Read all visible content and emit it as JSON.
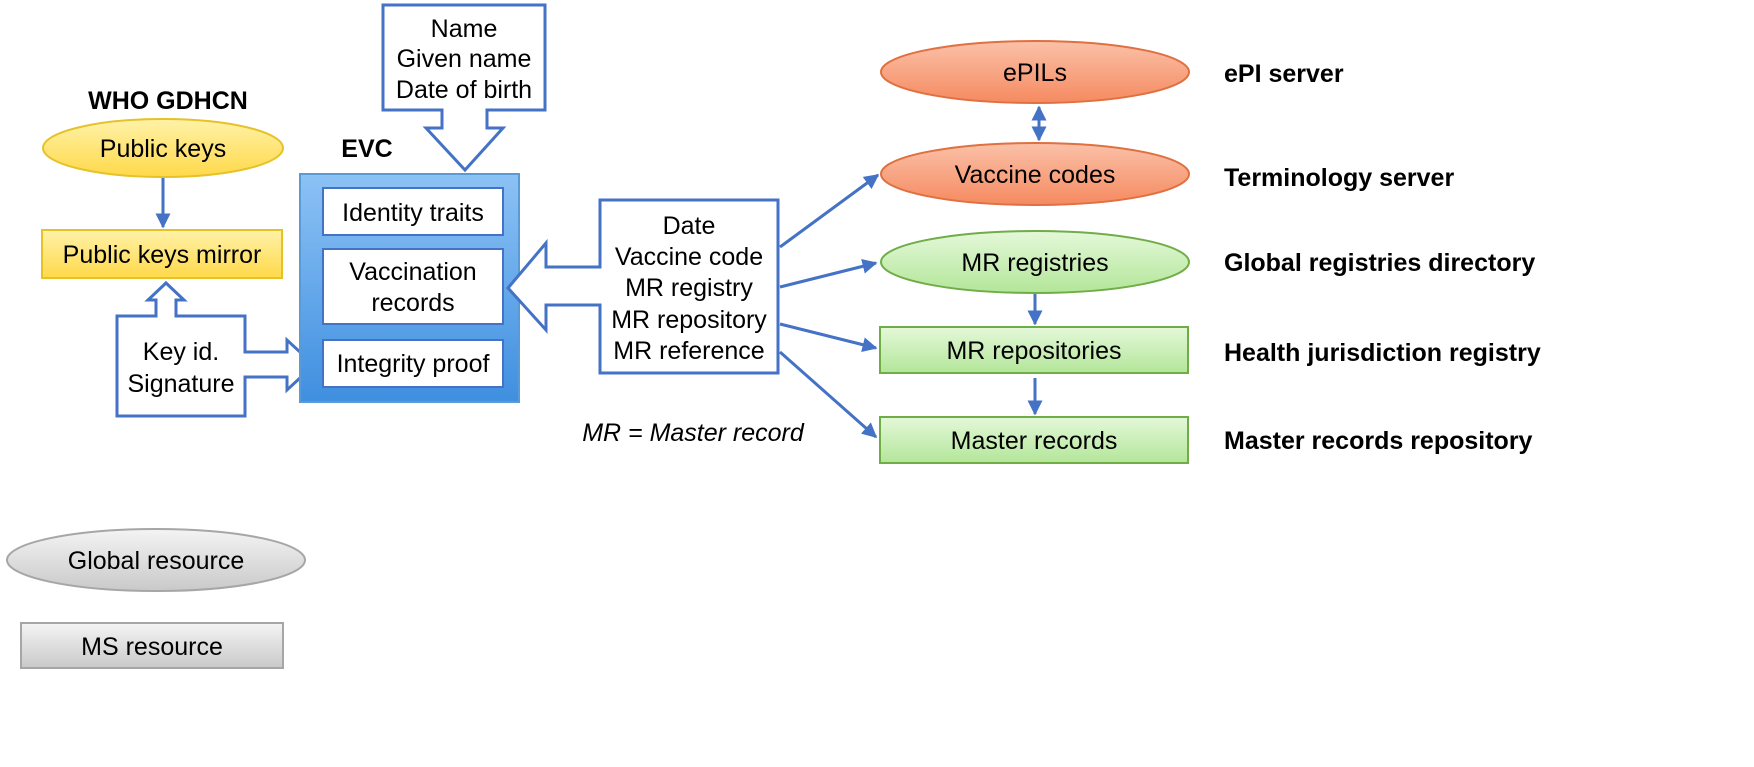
{
  "colors": {
    "blue_outline": "#4472c4",
    "yellow_fill": "#ffe76b",
    "orange_fill": "#f79a76",
    "green_fill": "#c6efb0",
    "gray_fill": "#d9d9d9",
    "evc_fill": "#5aa3e8"
  },
  "who": {
    "title": "WHO GDHCN",
    "public_keys": "Public keys",
    "public_keys_mirror": "Public keys mirror"
  },
  "signature_box": {
    "line1": "Key id.",
    "line2": "Signature"
  },
  "identity_box": {
    "line1": "Name",
    "line2": "Given name",
    "line3": "Date of birth"
  },
  "evc": {
    "title": "EVC",
    "identity_traits": "Identity traits",
    "vaccination_records_line1": "Vaccination",
    "vaccination_records_line2": "records",
    "integrity_proof": "Integrity proof"
  },
  "record_box": {
    "line1": "Date",
    "line2": "Vaccine code",
    "line3": "MR registry",
    "line4": "MR repository",
    "line5": "MR reference"
  },
  "mr_note": "MR = Master record",
  "resources": {
    "epils": "ePILs",
    "vaccine_codes": "Vaccine codes",
    "mr_registries": "MR registries",
    "mr_repositories": "MR repositories",
    "master_records": "Master records"
  },
  "servers": {
    "epi_server": "ePI server",
    "terminology_server": "Terminology server",
    "global_registries_directory": "Global registries directory",
    "health_jurisdiction_registry": "Health jurisdiction registry",
    "master_records_repository": "Master records repository"
  },
  "legend": {
    "global_resource": "Global resource",
    "ms_resource": "MS resource"
  }
}
